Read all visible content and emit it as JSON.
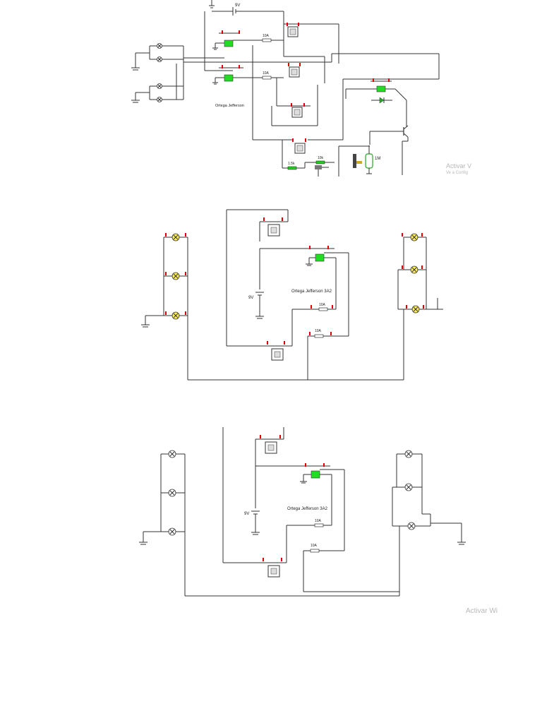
{
  "panel1": {
    "battery_label": "9V",
    "fuse_label_a": "10A",
    "fuse_label_b": "10A",
    "author_label": "Ortega Jefferson",
    "resistor_label_a": "1.5k",
    "resistor_label_b": "10k",
    "resistor_label_c": "1M",
    "watermark_main": "Activar V",
    "watermark_sub": "Ve a Config"
  },
  "panel2": {
    "battery_label": "9V",
    "author_label": "Ortega Jefferson 3A2",
    "fuse_label_a": "10A",
    "fuse_label_b": "10A"
  },
  "panel3": {
    "battery_label": "9V",
    "author_label": "Ortega Jefferson 3A2",
    "fuse_label_a": "10A",
    "fuse_label_b": "10A",
    "watermark_main": "Activar Wi"
  },
  "colors": {
    "wire": "#333333",
    "relay_coil": "#22dd22",
    "terminal": "#dd0000",
    "lamp_on": "#ffee55",
    "lamp_off": "#ffffff"
  }
}
